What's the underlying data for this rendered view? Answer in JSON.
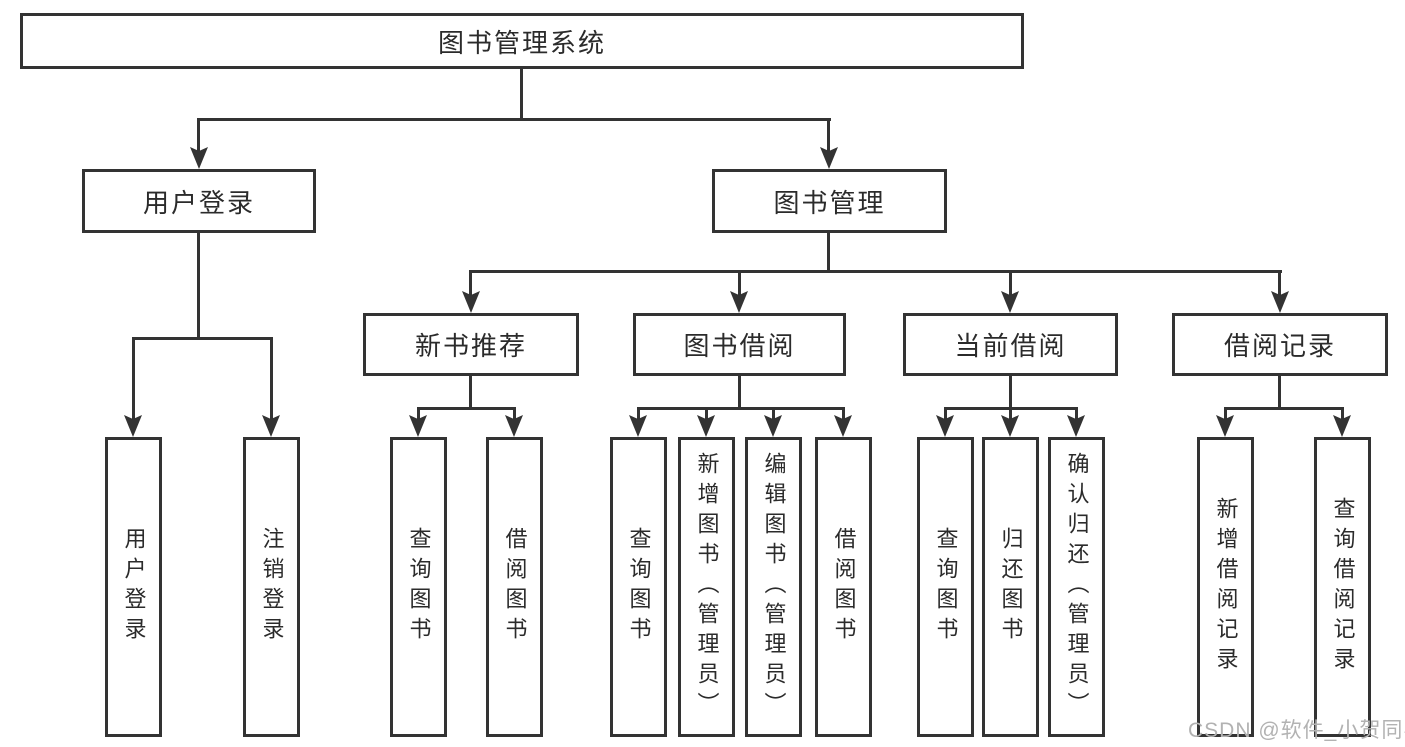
{
  "colors": {
    "line": "#333333",
    "text": "#2b2b2b",
    "background": "#ffffff",
    "watermark_text": "#b2b2b2"
  },
  "diagram": {
    "root": {
      "label": "图书管理系统"
    },
    "level2": [
      {
        "label": "用户登录"
      },
      {
        "label": "图书管理"
      }
    ],
    "level3": [
      {
        "label": "新书推荐"
      },
      {
        "label": "图书借阅"
      },
      {
        "label": "当前借阅"
      },
      {
        "label": "借阅记录"
      }
    ],
    "leaves": [
      {
        "label": "用户登录"
      },
      {
        "label": "注销登录"
      },
      {
        "label": "查询图书"
      },
      {
        "label": "借阅图书"
      },
      {
        "label": "查询图书"
      },
      {
        "label": "新增图书（管理员）"
      },
      {
        "label": "编辑图书（管理员）"
      },
      {
        "label": "借阅图书"
      },
      {
        "label": "查询图书"
      },
      {
        "label": "归还图书"
      },
      {
        "label": "确认归还（管理员）"
      },
      {
        "label": "新增借阅记录"
      },
      {
        "label": "查询借阅记录"
      }
    ]
  },
  "watermark": {
    "text": "CSDN @软件_小贺同学"
  }
}
